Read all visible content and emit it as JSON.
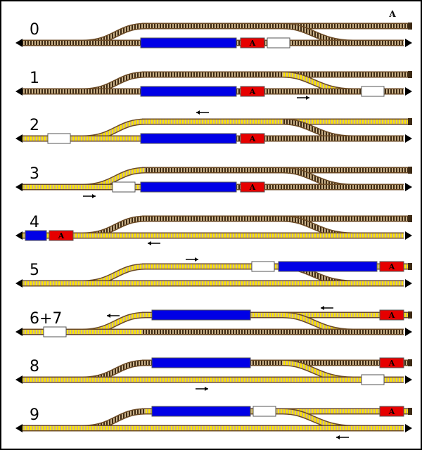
{
  "colors": {
    "rail": "#7a5a32",
    "tie_dark": "#3d2a14",
    "tie_yellow": "#ffe600",
    "locomotive": "#0000e6",
    "car_a": "#e60000",
    "car_white": "#ffffff",
    "arrow": "#000000",
    "background": "#ffffff"
  },
  "legend_a": "A",
  "steps": [
    {
      "label": "0"
    },
    {
      "label": "1"
    },
    {
      "label": "2"
    },
    {
      "label": "3"
    },
    {
      "label": "4"
    },
    {
      "label": "5"
    },
    {
      "label": "6+7"
    },
    {
      "label": "8"
    },
    {
      "label": "9"
    }
  ],
  "car_a_label": "A",
  "arrows": [
    {
      "step": "1",
      "direction": "right"
    },
    {
      "step": "2",
      "direction": "left"
    },
    {
      "step": "3",
      "direction": "right"
    },
    {
      "step": "4",
      "direction": "left"
    },
    {
      "step": "5",
      "direction": "right"
    },
    {
      "step": "6+7",
      "direction": "left"
    },
    {
      "step": "6+7",
      "direction": "left"
    },
    {
      "step": "8",
      "direction": "right"
    },
    {
      "step": "9",
      "direction": "left"
    }
  ]
}
